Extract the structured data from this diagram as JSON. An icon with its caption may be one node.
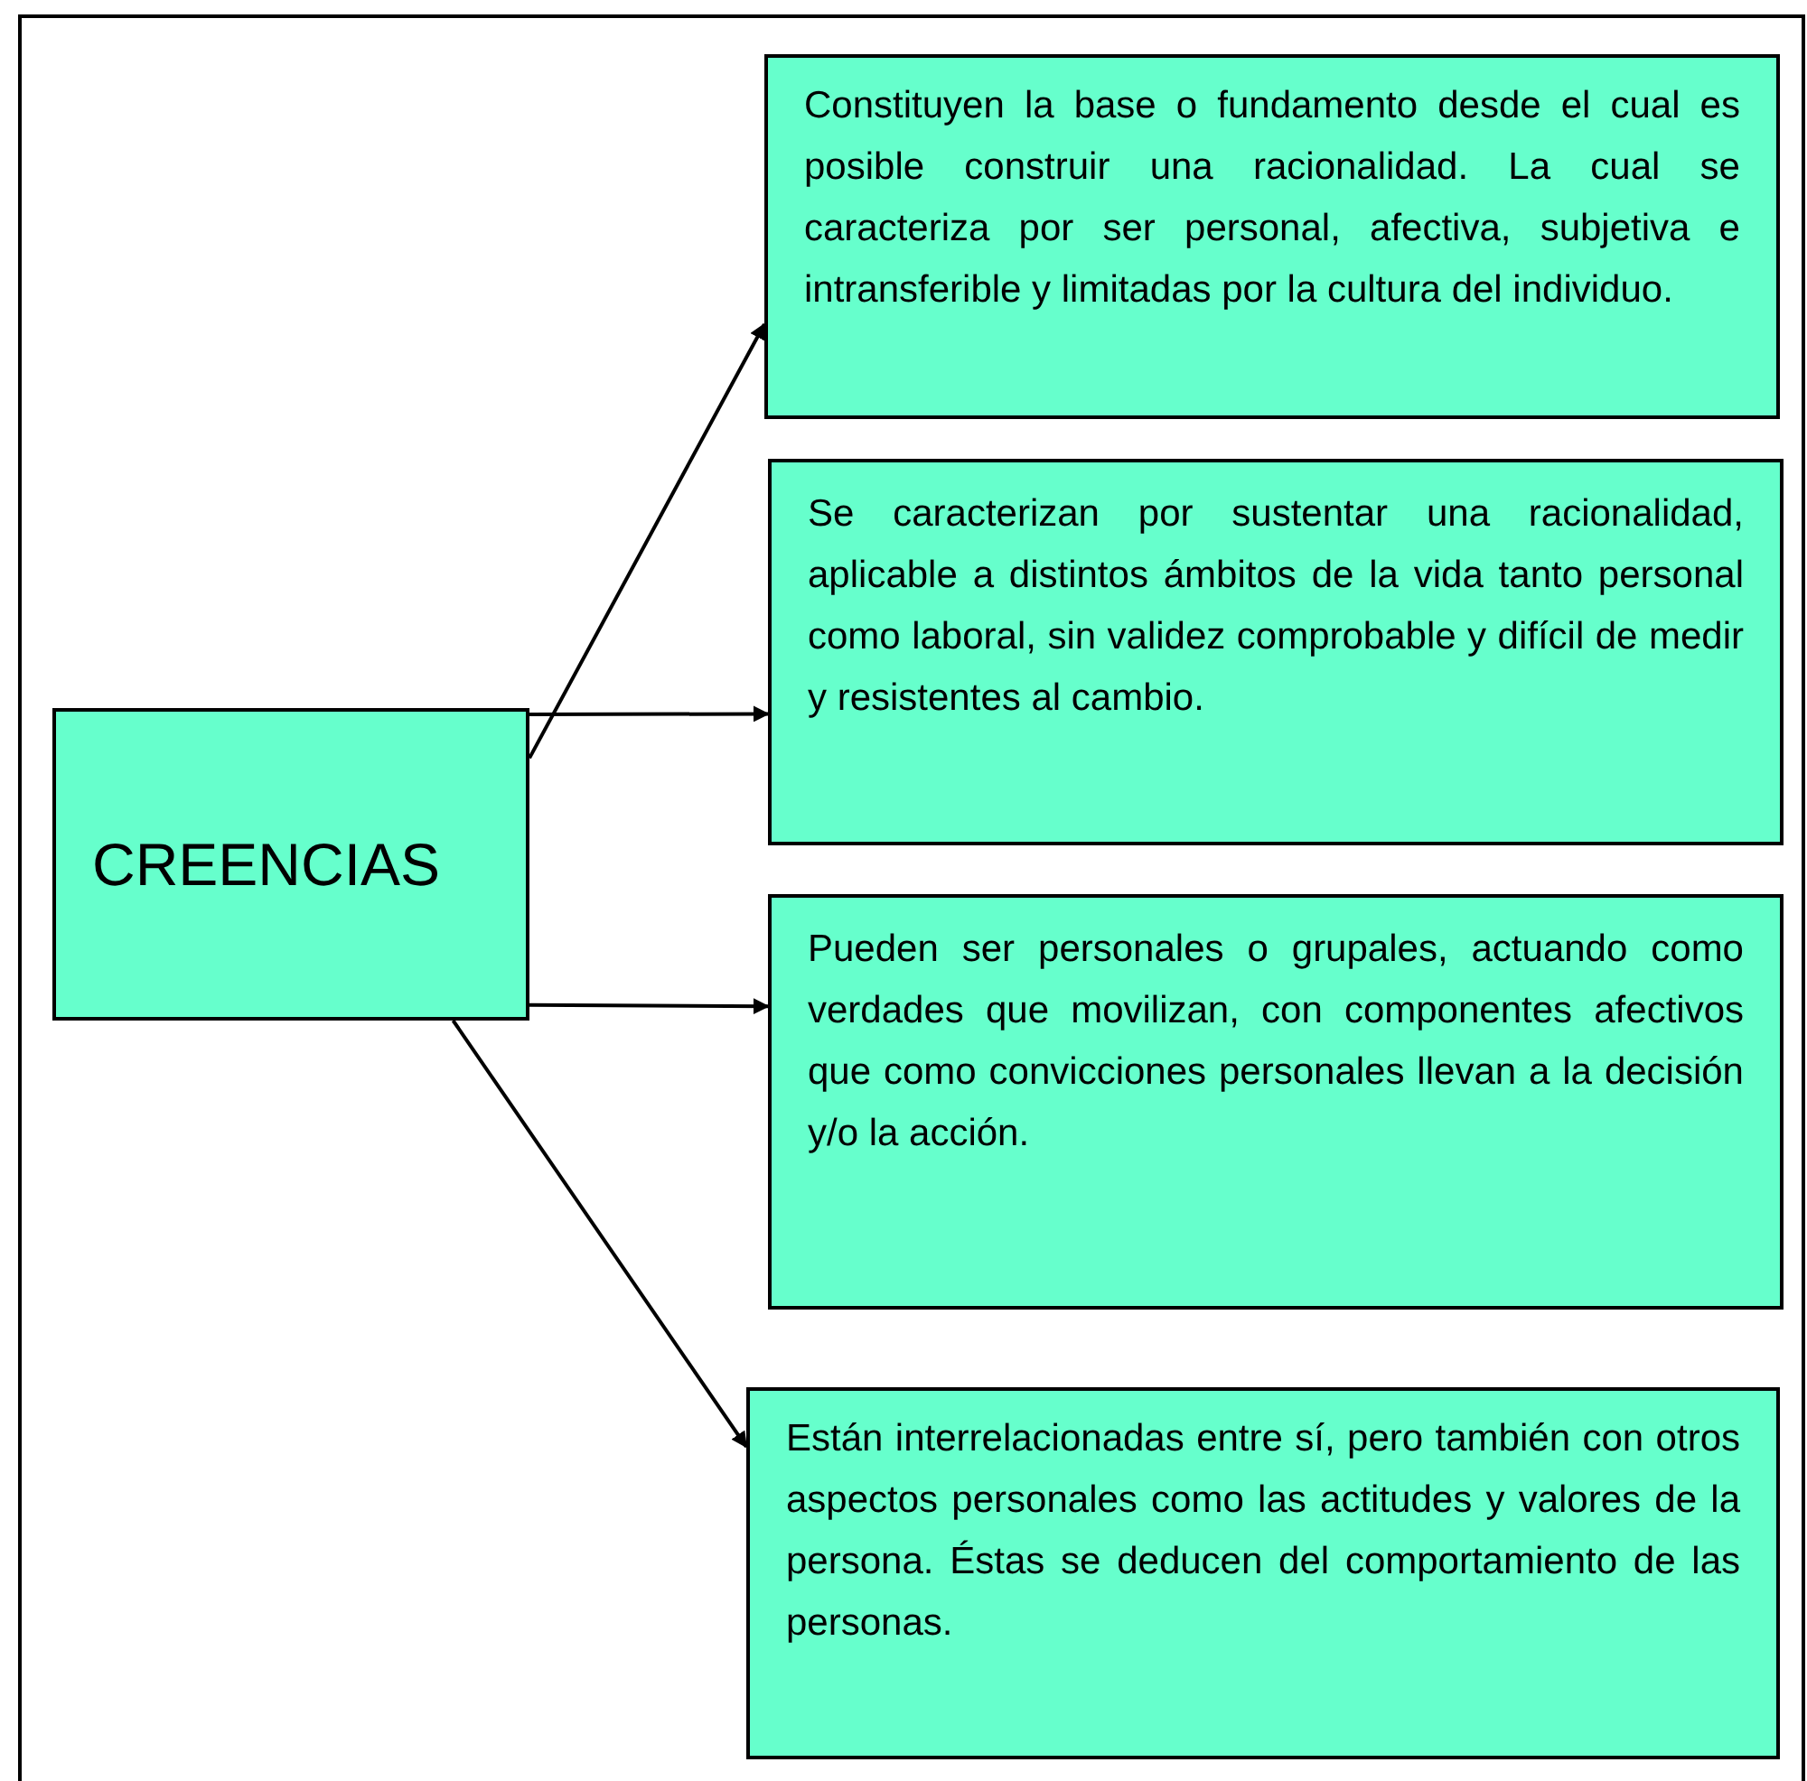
{
  "diagram": {
    "nodes": [
      {
        "text": [
          "CREENCIAS"
        ]
      },
      {
        "text": [
          "Constituyen la base o fundamento desde el cual es posible construir una racionalidad. La cual se caracteriza por ser  personal, afectiva, subjetiva e intransferible y limitadas por la cultura del individuo."
        ]
      },
      {
        "text": [
          "Se caracterizan por sustentar una racionalidad, aplicable a distintos ámbitos de la vida tanto personal como laboral,  sin validez comprobable y difícil de medir y resistentes al cambio."
        ]
      },
      {
        "text": [
          "Pueden ser personales o grupales, actuando como verdades que movilizan, con componentes afectivos que como convicciones personales llevan  a la decisión y/o  la acción."
        ]
      },
      {
        "text": [
          "Están interrelacionadas entre sí, pero también con otros aspectos personales como las actitudes y valores de la persona. Éstas se deducen del comportamiento de las personas."
        ]
      }
    ],
    "edges": [
      {
        "from": 0,
        "to": 1,
        "arrow": "to"
      },
      {
        "from": 0,
        "to": 2,
        "arrow": "to"
      },
      {
        "from": 0,
        "to": 3,
        "arrow": "to"
      },
      {
        "from": 0,
        "to": 4,
        "arrow": "to"
      }
    ]
  }
}
